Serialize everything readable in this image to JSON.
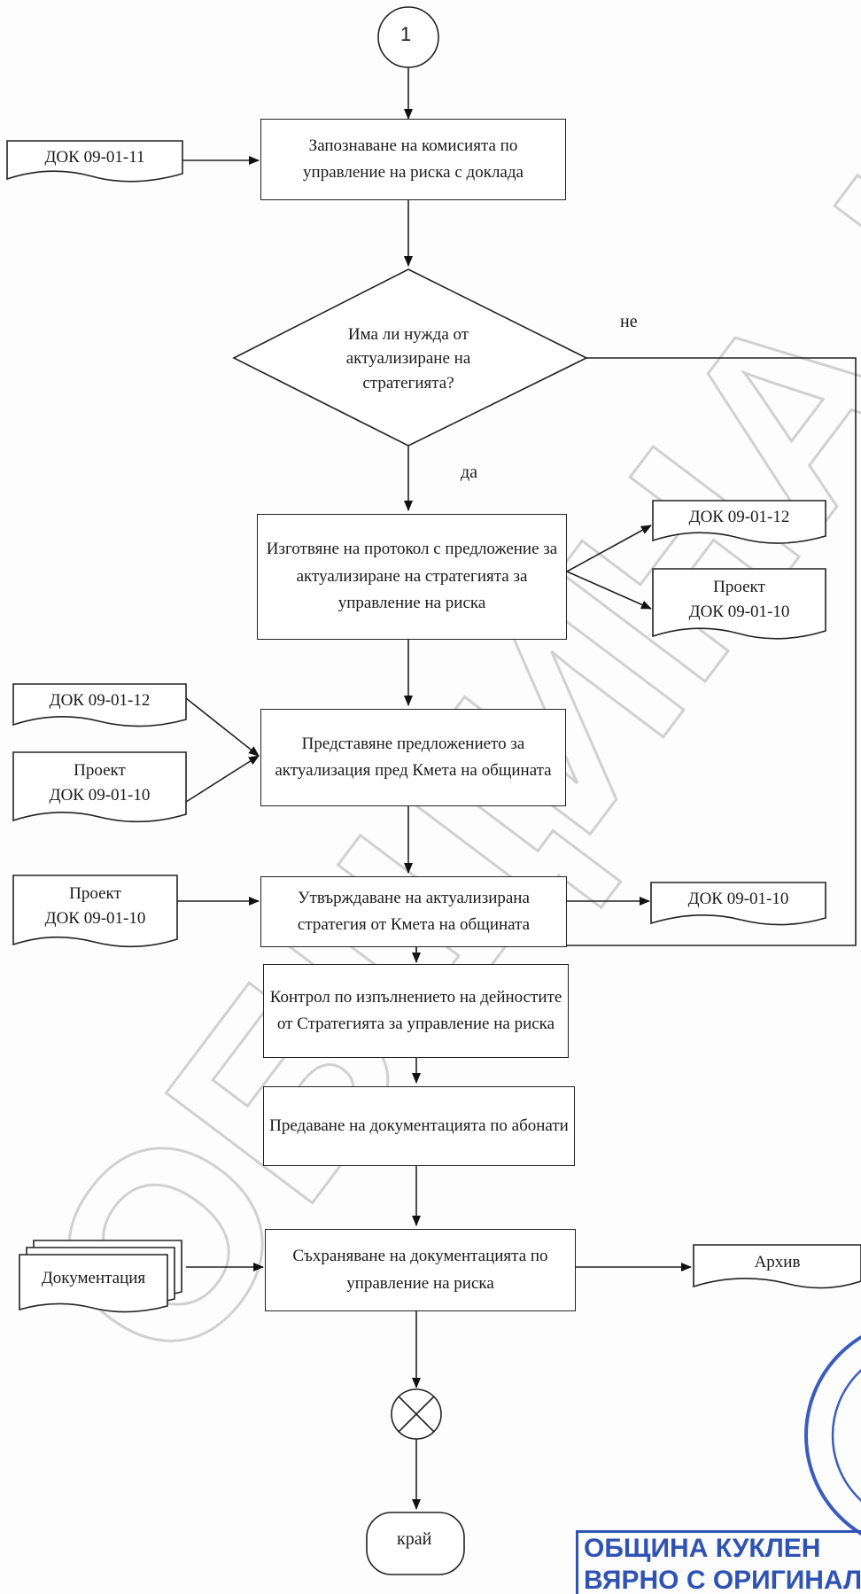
{
  "flowchart": {
    "connector_start": "1",
    "steps": {
      "s1": "Запознаване на комисията по управление на риска с доклада",
      "decision": "Има ли нужда от актуализиране на стратегията?",
      "s2": "Изготвяне на протокол с предложение за актуализиране на стратегията за управление на риска",
      "s3": "Представяне предложението за актуализация пред Кмета на общината",
      "s4": "Утвърждаване на актуализирана стратегия от Кмета на общината",
      "s5": "Контрол по изпълнението на дейностите от Стратегията за управление на риска",
      "s6": "Предаване на документацията по абонати",
      "s7": "Съхраняване на документацията по управление на риска",
      "end": "край"
    },
    "branch_labels": {
      "no": "не",
      "yes": "да"
    },
    "documents": {
      "d_in_1": "ДОК 09-01-11",
      "d_out_12": "ДОК 09-01-12",
      "d_out_10_l1": "Проект",
      "d_out_10_l2": "ДОК 09-01-10",
      "d_in_12": "ДОК 09-01-12",
      "d_in_10_l1": "Проект",
      "d_in_10_l2": "ДОК 09-01-10",
      "d_in_10b_l1": "Проект",
      "d_in_10b_l2": "ДОК 09-01-10",
      "d_out_10b": "ДОК 09-01-10",
      "d_docs": "Документация",
      "d_archive": "Архив"
    }
  },
  "watermark": {
    "text": "ОБЩИНА КУКЛЕН"
  },
  "stamp": {
    "line1": "ОБЩИНА КУКЛЕН",
    "line2": "ВЯРНО С ОРИГИНАЛА"
  },
  "colors": {
    "stamp_blue": "#2f53b3",
    "watermark_gray": "#c8c8c8"
  }
}
